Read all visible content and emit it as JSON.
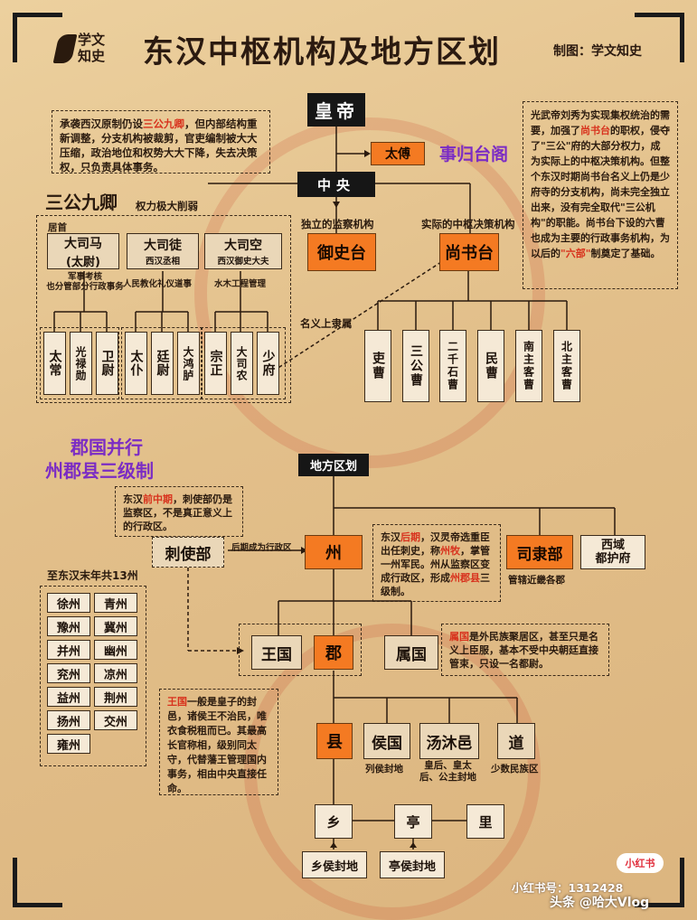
{
  "header": {
    "title": "东汉中枢机构及地方区划",
    "credit": "制图：学文知史",
    "logo_line1": "学文",
    "logo_line2": "知史"
  },
  "central": {
    "emperor": "皇帝",
    "taifu": "太傅",
    "shigui": "事归台阁",
    "center": "中央",
    "note_left_parts": [
      "承袭西汉原制仍设",
      "三公九卿",
      "，但内部结构重新调整，分支机构被裁剪，官吏编制被大大压缩，政治地位和权势大大下降，失去决策权，只负责具体事务。"
    ],
    "note_right_parts": [
      "光武帝刘秀为实现集权统治的需要，加强了",
      "尚书台",
      "的职权，侵夺了\"三公\"府的大部分权力，成为实际上的中枢决策机构。但整个东汉时期尚书台名义上仍是少府寺的分支机构，尚未完全独立出来，没有完全取代\"三公机构\"的职能。尚书台下设的六曹也成为主要的行政事务机构，为以后的",
      "\"六部\"",
      "制奠定了基础。"
    ],
    "sangong_title": "三公九卿",
    "weakened": "权力极大削弱",
    "juzhu": "居首",
    "dasima": "大司马",
    "dasima_sub": "(太尉)",
    "dasitu": "大司徒",
    "dasitu_sub": "西汉丞相",
    "dasikong": "大司空",
    "dasikong_sub": "西汉御史大夫",
    "dasima_desc": "军事考核\n也分管部分行政事务",
    "dasitu_desc": "人民教化礼仪道事",
    "dasikong_desc": "水木工程管理",
    "jiuqing": [
      "太常",
      "光禄勋",
      "卫尉",
      "太仆",
      "廷尉",
      "大鸿胪",
      "宗正",
      "大司农",
      "少府"
    ],
    "yushi_label": "独立的监察机构",
    "yushi": "御史台",
    "shangshu_label": "实际的中枢决策机构",
    "shangshu": "尚书台",
    "nominal": "名义上隶属",
    "liucao": [
      "吏曹",
      "三公曹",
      "二千石曹",
      "民曹",
      "南主客曹",
      "北主客曹"
    ]
  },
  "local": {
    "heading_line1": "郡国并行",
    "heading_line2": "州郡县三级制",
    "local_title": "地方区划",
    "cishi_note_parts": [
      "东汉",
      "前中期",
      "，刺使部仍是监察区，不是真正意义上的行政区。"
    ],
    "cishibu": "刺使部",
    "later": "后期成为行政区",
    "zhou": "州",
    "zhou_note_parts": [
      "东汉",
      "后期",
      "，汉灵帝选重臣出任刺史，称",
      "州牧",
      "，掌管一州军民。州从监察区变成行政区，形成",
      "州郡县",
      "三级制。"
    ],
    "sili": "司隶部",
    "sili_desc": "管辖近畿各郡",
    "xiyu": "西域\n都护府",
    "total13": "至东汉末年共13州",
    "states": [
      "徐州",
      "青州",
      "豫州",
      "冀州",
      "并州",
      "幽州",
      "兖州",
      "凉州",
      "益州",
      "荆州",
      "扬州",
      "交州",
      "雍州"
    ],
    "wangguo": "王国",
    "jun": "郡",
    "shuguo": "属国",
    "shuguo_note_parts": [
      "属国",
      "是外民族聚居区，甚至只是名义上臣服，基本不受中央朝廷直接管束，只设一名都尉。"
    ],
    "wangguo_note_parts": [
      "王国",
      "一般是皇子的封邑，诸侯王不治民，唯衣食税租而已。其最高长官称相，级别同太守，代替藩王管理国内事务，相由中央直接任命。"
    ],
    "xian": "县",
    "houguo": "侯国",
    "houguo_desc": "列侯封地",
    "tangmuyi": "汤沐邑",
    "tangmuyi_desc": "皇后、皇太\n后、公主封地",
    "dao": "道",
    "dao_desc": "少数民族区",
    "xiang": "乡",
    "ting": "亭",
    "li": "里",
    "xianghou": "乡侯封地",
    "tinghou": "亭侯封地"
  },
  "footer": {
    "xhs_badge": "小红书",
    "xhs_text": "小红书号：1312428",
    "toutiao": "头条 @哈大Vlog"
  }
}
